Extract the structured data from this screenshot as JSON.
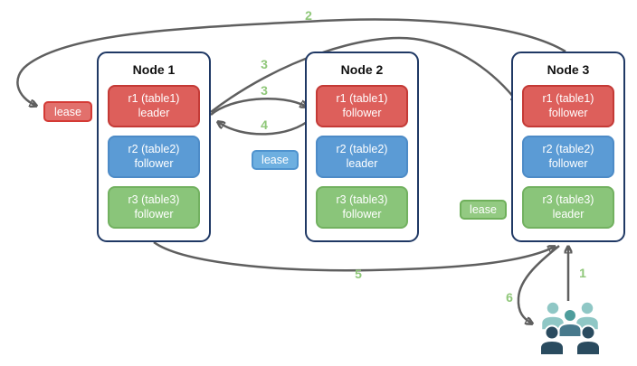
{
  "nodes": [
    {
      "title": "Node 1",
      "replicas": [
        {
          "name": "r1 (table1)",
          "role": "leader"
        },
        {
          "name": "r2 (table2)",
          "role": "follower"
        },
        {
          "name": "r3 (table3)",
          "role": "follower"
        }
      ]
    },
    {
      "title": "Node 2",
      "replicas": [
        {
          "name": "r1 (table1)",
          "role": "follower"
        },
        {
          "name": "r2 (table2)",
          "role": "leader"
        },
        {
          "name": "r3 (table3)",
          "role": "follower"
        }
      ]
    },
    {
      "title": "Node 3",
      "replicas": [
        {
          "name": "r1 (table1)",
          "role": "follower"
        },
        {
          "name": "r2 (table2)",
          "role": "follower"
        },
        {
          "name": "r3 (table3)",
          "role": "leader"
        }
      ]
    }
  ],
  "leases": [
    {
      "label": "lease",
      "variant": "red"
    },
    {
      "label": "lease",
      "variant": "blue"
    },
    {
      "label": "lease",
      "variant": "green"
    }
  ],
  "steps": {
    "s1": "1",
    "s2": "2",
    "s3a": "3",
    "s3b": "3",
    "s4": "4",
    "s5": "5",
    "s6": "6"
  },
  "icons": {
    "users": "users-group-icon"
  },
  "colors": {
    "node_border": "#1f3864",
    "replica_red": "#dd5f5b",
    "replica_blue": "#5b9bd5",
    "replica_green": "#8ac57a",
    "lease_red_border": "#d43a35",
    "lease_blue_border": "#4f93ce",
    "lease_green_border": "#6fb05b",
    "arrow": "#5f5f5f",
    "step_label": "#8fc779",
    "users_light_teal": "#8fc7c5",
    "users_teal": "#4e9d9c",
    "users_slate": "#47798c",
    "users_navy": "#2a4b5f"
  }
}
